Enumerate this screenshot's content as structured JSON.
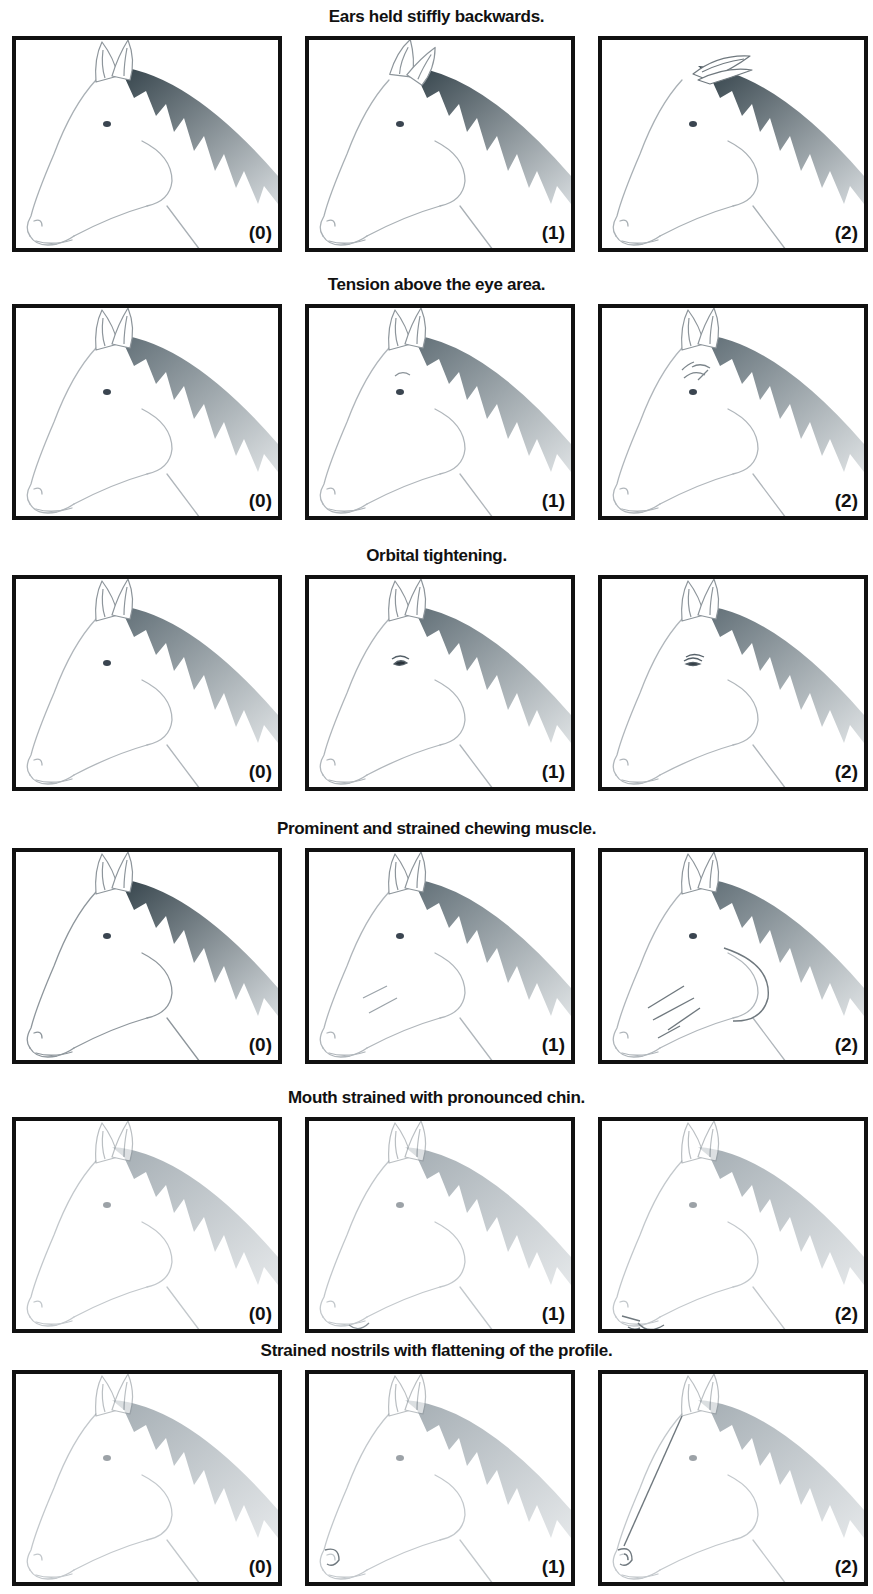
{
  "diagram": {
    "nodes": [
      {
        "text": [
          "(0)"
        ]
      },
      {
        "text": [
          "(1)"
        ]
      },
      {
        "text": [
          "(2)"
        ]
      },
      {
        "text": [
          "(0)"
        ]
      },
      {
        "text": [
          "(1)"
        ]
      },
      {
        "text": [
          "(2)"
        ]
      },
      {
        "text": [
          "(0)"
        ]
      },
      {
        "text": [
          "(1)"
        ]
      },
      {
        "text": [
          "(2)"
        ]
      },
      {
        "text": [
          "(0)"
        ]
      },
      {
        "text": [
          "(1)"
        ]
      },
      {
        "text": [
          "(2)"
        ]
      },
      {
        "text": [
          "(0)"
        ]
      },
      {
        "text": [
          "(1)"
        ]
      },
      {
        "text": [
          "(2)"
        ]
      },
      {
        "text": [
          "(0)"
        ]
      },
      {
        "text": [
          "(1)"
        ]
      },
      {
        "text": [
          "(2)"
        ]
      }
    ],
    "labels": [
      "Ears held stiffly backwards.",
      "Tension above the eye area.",
      "Orbital tightening.",
      "Prominent and strained chewing muscle.",
      "Mouth strained with pronounced chin.",
      "Strained nostrils with flattening of the profile."
    ]
  }
}
